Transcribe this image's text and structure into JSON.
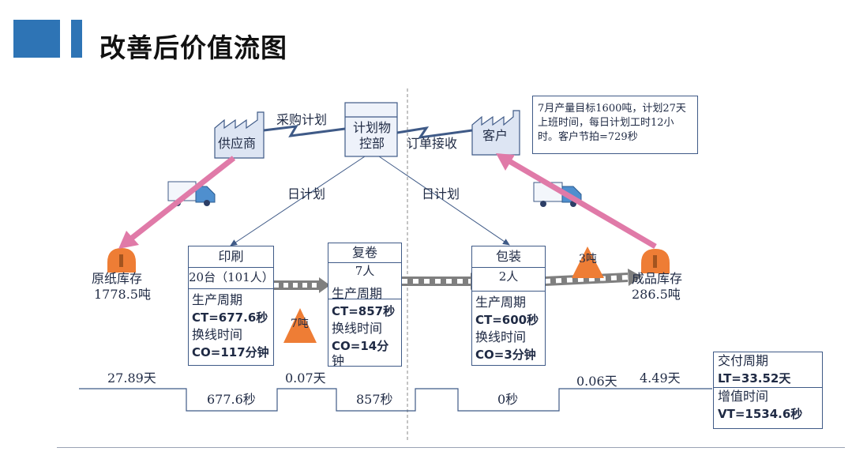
{
  "slide": {
    "title": "改善后价值流图"
  },
  "nodes": {
    "control": {
      "line1": "计划物",
      "line2": "控部"
    },
    "supplier": {
      "label": "供应商"
    },
    "customer": {
      "label": "客户"
    }
  },
  "flows": {
    "purchase_plan": "采购计划",
    "order_receive": "订单接收",
    "daily_plan_left": "日计划",
    "daily_plan_right": "日计划"
  },
  "customer_info": {
    "text": "7月产量目标1600吨，计划27天上班时间，每日计划工时12小时。客户节拍=729秒"
  },
  "inventory": {
    "raw": {
      "name": "原纸库存",
      "qty": "1778.5吨"
    },
    "finished": {
      "name": "成品库存",
      "qty": "286.5吨"
    },
    "wip1": "7吨",
    "wip2": "3吨"
  },
  "processes": [
    {
      "name": "印刷",
      "staff": "20台（101人）",
      "cycle_label": "生产周期",
      "ct": "CT=677.6秒",
      "changeover_label": "换线时间",
      "co": "CO=117分钟"
    },
    {
      "name": "复卷",
      "staff": "7人",
      "cycle_label": "生产周期",
      "ct": "CT=857秒",
      "changeover_label": "换线时间",
      "co": "CO=14分",
      "co_wrap": "钟"
    },
    {
      "name": "包装",
      "staff": "2人",
      "cycle_label": "生产周期",
      "ct": "CT=600秒",
      "changeover_label": "换线时间",
      "co": "CO=3分钟"
    }
  ],
  "timeline": {
    "wait": [
      "27.89天",
      "0.07天",
      "0.06天",
      "4.49天"
    ],
    "process": [
      "677.6秒",
      "857秒",
      "0秒"
    ]
  },
  "summary": {
    "lead_label": "交付周期",
    "lead_value": "LT=33.52天",
    "va_label": "增值时间",
    "va_value": "VT=1534.6秒"
  },
  "colors": {
    "accent": "#2e74b5",
    "pink_arrow": "#e07aa8",
    "inventory_orange": "#ee7d35",
    "line": "#3f5a87",
    "push_arrow": "#7f7f7f"
  }
}
